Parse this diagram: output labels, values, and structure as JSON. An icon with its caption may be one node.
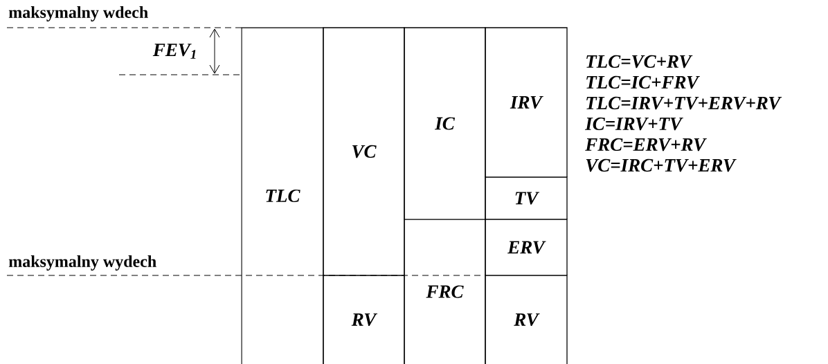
{
  "diagram": {
    "nodes": [
      {
        "text": [
          "TLC"
        ]
      },
      {
        "text": [
          "VC"
        ]
      },
      {
        "text": [
          "RV"
        ]
      },
      {
        "text": [
          "IC"
        ]
      },
      {
        "text": [
          "FRC"
        ]
      },
      {
        "text": [
          "IRV"
        ]
      },
      {
        "text": [
          "TV"
        ]
      },
      {
        "text": [
          "ERV"
        ]
      },
      {
        "text": [
          "RV"
        ]
      }
    ],
    "labels": [
      "maksymalny wdech",
      "FEV$_{1}$",
      "TLC=VC+RV",
      "TLC=IC+FRV",
      "TLC=IRV+TV+ERV+RV",
      "IC=IRV+TV",
      "FRC=ERV+RV",
      "VC=IRC+TV+ERV",
      "maksymalny wydech"
    ]
  }
}
